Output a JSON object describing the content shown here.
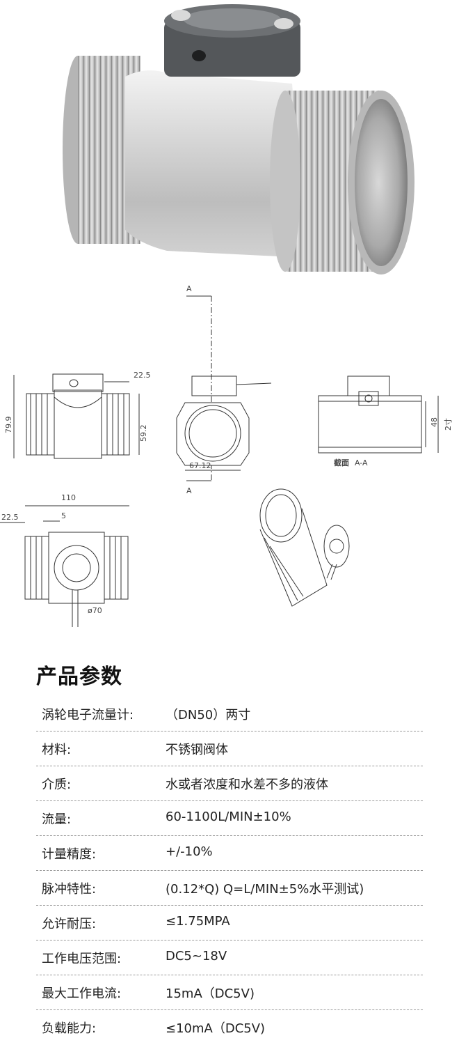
{
  "drawing": {
    "dim_22_5": "22.5",
    "dim_79_9": "79.9",
    "dim_59_2": "59.2",
    "section_a_top": "A",
    "section_a_bottom": "A",
    "dim_67_12": "67.12",
    "dim_48": "48",
    "dim_2inch": "2寸",
    "section_label": "截面",
    "section_label_aa": "A-A",
    "dim_110": "110",
    "dim_22_5_b": "22.5",
    "dim_5": "5",
    "dim_phi70": "ø70"
  },
  "section_title": "产品参数",
  "specs": [
    {
      "label": "涡轮电子流量计:",
      "value": "（DN50）两寸"
    },
    {
      "label": "材料:",
      "value": "不锈钢阀体"
    },
    {
      "label": "介质:",
      "value": "水或者浓度和水差不多的液体"
    },
    {
      "label": "流量:",
      "value": "60-1100L/MIN±10%"
    },
    {
      "label": "计量精度:",
      "value": "+/-10%"
    },
    {
      "label": "脉冲特性:",
      "value": "(0.12*Q) Q=L/MIN±5%水平测试)"
    },
    {
      "label": "允许耐压:",
      "value": "≤1.75MPA"
    },
    {
      "label": "工作电压范围:",
      "value": "DC5~18V"
    },
    {
      "label": "最大工作电流:",
      "value": "15mA（DC5V)"
    },
    {
      "label": "负载能力:",
      "value": "≤10mA（DC5V)"
    }
  ],
  "colors": {
    "steel": "#c9c9c9",
    "cap": "#5a5d60",
    "line": "#333333"
  }
}
